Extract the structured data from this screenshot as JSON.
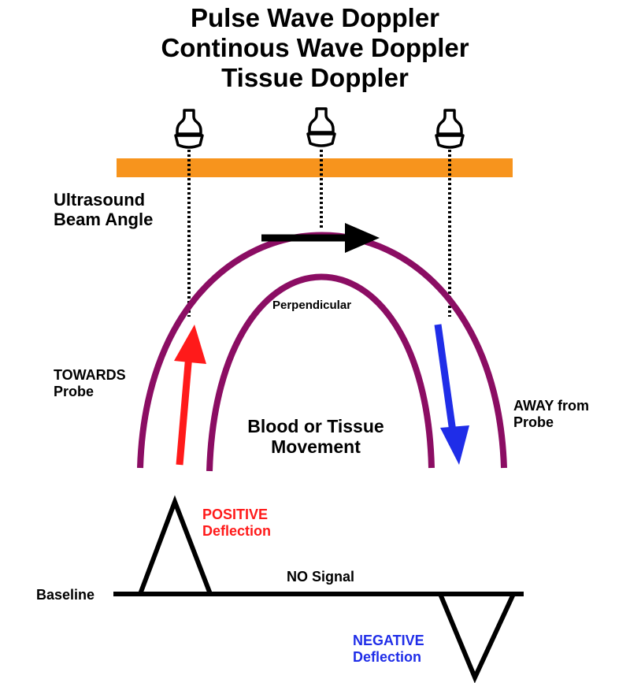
{
  "title": {
    "line1": "Pulse Wave Doppler",
    "line2": "Continous Wave Doppler",
    "line3": "Tissue Doppler"
  },
  "labels": {
    "beam_angle_1": "Ultrasound",
    "beam_angle_2": "Beam Angle",
    "perpendicular": "Perpendicular",
    "towards_1": "TOWARDS",
    "towards_2": "Probe",
    "away_1": "AWAY from",
    "away_2": "Probe",
    "movement_1": "Blood or Tissue",
    "movement_2": "Movement",
    "positive_1": "POSITIVE",
    "positive_2": "Deflection",
    "negative_1": "NEGATIVE",
    "negative_2": "Deflection",
    "no_signal": "NO Signal",
    "baseline": "Baseline"
  },
  "colors": {
    "skin_bar": "#f7941d",
    "vessel": "#8b0d63",
    "towards_arrow": "#ff1a1a",
    "away_arrow": "#1f2de8",
    "positive_text": "#ff1a1a",
    "negative_text": "#1f2de8",
    "ink": "#000000"
  },
  "icons": [
    "probe-icon",
    "probe-icon",
    "probe-icon"
  ]
}
